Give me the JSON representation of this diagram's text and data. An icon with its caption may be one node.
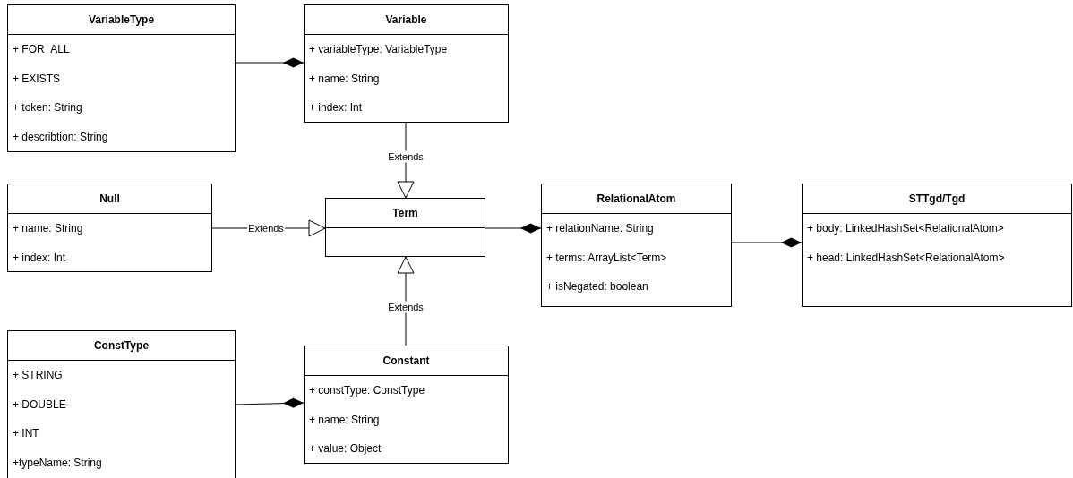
{
  "diagram": {
    "nodes": [
      {
        "text": [
          "VariableType",
          "+ FOR_ALL",
          "+ EXISTS",
          "+ token: String",
          "+ describtion: String"
        ]
      },
      {
        "text": [
          "Variable",
          "+ variableType: VariableType",
          "+ name: String",
          "+ index: Int"
        ]
      },
      {
        "text": [
          "Null",
          "+ name: String",
          "+ index: Int"
        ]
      },
      {
        "text": [
          "Term"
        ]
      },
      {
        "text": [
          "RelationalAtom",
          "+ relationName: String",
          "+ terms: ArrayList<Term>",
          "+ isNegated: boolean"
        ]
      },
      {
        "text": [
          "STTgd/Tgd",
          "+ body: LinkedHashSet<RelationalAtom>",
          "+ head: LinkedHashSet<RelationalAtom>"
        ]
      },
      {
        "text": [
          "ConstType",
          "+ STRING",
          "+ DOUBLE",
          "+ INT",
          "+typeName: String"
        ]
      },
      {
        "text": [
          "Constant",
          "+ constType: ConstType",
          "+ name: String",
          "+ value: Object"
        ]
      }
    ],
    "edges": [
      {
        "from": 0,
        "to": 1,
        "arrow": "other"
      },
      {
        "from": 1,
        "to": 3,
        "arrow": "to",
        "label": "Extends"
      },
      {
        "from": 2,
        "to": 3,
        "arrow": "to",
        "label": "Extends"
      },
      {
        "from": 3,
        "to": 4,
        "arrow": "other"
      },
      {
        "from": 7,
        "to": 3,
        "arrow": "to",
        "label": "Extends"
      },
      {
        "from": 4,
        "to": 5,
        "arrow": "other"
      },
      {
        "from": 6,
        "to": 7,
        "arrow": "other"
      }
    ]
  }
}
